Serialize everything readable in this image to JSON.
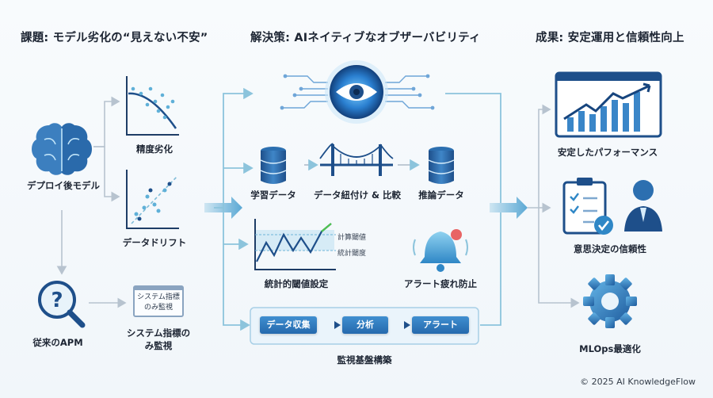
{
  "headers": {
    "problem": "課題: モデル劣化の“見えない不安”",
    "solution": "解決策: AIネイティブなオブザーバビリティ",
    "result": "成果: 安定運用と信頼性向上"
  },
  "problem": {
    "model": "デプロイ後モデル",
    "accuracy": "精度劣化",
    "drift": "データドリフト",
    "apm": "従来のAPM",
    "sysbox_text": "システム指標のみ監視",
    "sys_label_line1": "システム指標の",
    "sys_label_line2": "み監視"
  },
  "solution": {
    "training_data": "学習データ",
    "linking": "データ紐付け & 比較",
    "inference_data": "推論データ",
    "threshold_label": "統計的閾値設定",
    "threshold_calc": "計算閾値",
    "threshold_stat": "統計閾度",
    "alert_fatigue": "アラート疲れ防止",
    "pipeline": [
      "データ収集",
      "分析",
      "アラート"
    ],
    "platform": "監視基盤構築"
  },
  "results": {
    "performance": "安定したパフォーマンス",
    "trust": "意思決定の信頼性",
    "mlops": "MLOps最適化"
  },
  "footer": "© 2025 AI KnowledgeFlow",
  "colors": {
    "accent": "#2f7fc1",
    "line": "#8cc4dc",
    "dark": "#1e4f8a"
  }
}
